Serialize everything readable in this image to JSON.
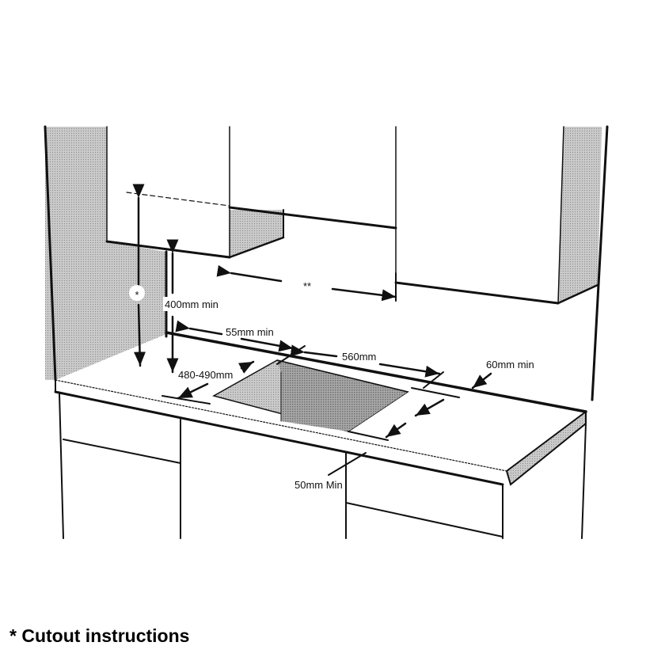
{
  "diagram": {
    "labels": {
      "asterisk": "*",
      "double_asterisk": "**",
      "min_400": "400mm min",
      "min_55": "55mm min",
      "width_560": "560mm",
      "depth_480_490": "480-490mm",
      "min_60": "60mm min",
      "min_50": "50mm Min"
    }
  },
  "caption": "* Cutout instructions",
  "colors": {
    "line": "#111111",
    "shade": "#b5b5b5",
    "shade_dark": "#8e8e8e"
  }
}
